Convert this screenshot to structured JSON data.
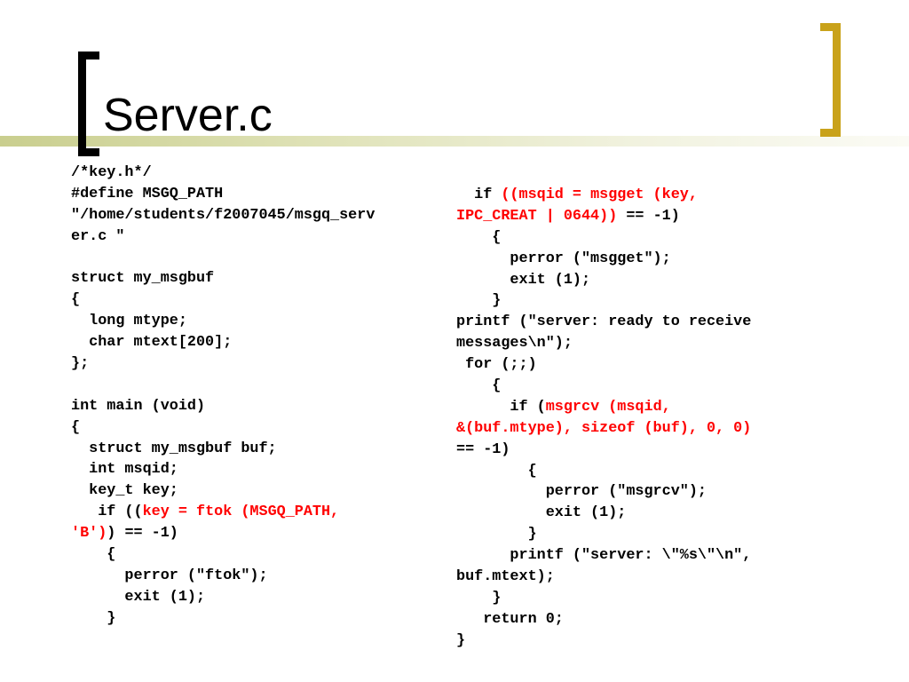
{
  "slide": {
    "title": "Server.c"
  },
  "code_left": [
    [
      {
        "t": "/*key.h*/"
      }
    ],
    [
      {
        "t": "#define MSGQ_PATH"
      }
    ],
    [
      {
        "t": "\"/home/students/f2007045/msgq_serv"
      }
    ],
    [
      {
        "t": "er.c \""
      }
    ],
    [
      {
        "t": ""
      }
    ],
    [
      {
        "t": "struct my_msgbuf"
      }
    ],
    [
      {
        "t": "{"
      }
    ],
    [
      {
        "t": "  long mtype;"
      }
    ],
    [
      {
        "t": "  char mtext[200];"
      }
    ],
    [
      {
        "t": "};"
      }
    ],
    [
      {
        "t": ""
      }
    ],
    [
      {
        "t": "int main (void)"
      }
    ],
    [
      {
        "t": "{"
      }
    ],
    [
      {
        "t": "  struct my_msgbuf buf;"
      }
    ],
    [
      {
        "t": "  int msqid;"
      }
    ],
    [
      {
        "t": "  key_t key;"
      }
    ],
    [
      {
        "t": "   if (("
      },
      {
        "t": "key = ftok (MSGQ_PATH,",
        "hl": true
      }
    ],
    [
      {
        "t": "'B')",
        "hl": true
      },
      {
        "t": ") == -1)"
      }
    ],
    [
      {
        "t": "    {"
      }
    ],
    [
      {
        "t": "      perror (\"ftok\");"
      }
    ],
    [
      {
        "t": "      exit (1);"
      }
    ],
    [
      {
        "t": "    }"
      }
    ]
  ],
  "code_right": [
    [
      {
        "t": "  if "
      },
      {
        "t": "((msqid = msgget (key,",
        "hl": true
      }
    ],
    [
      {
        "t": "IPC_CREAT | 0644))",
        "hl": true
      },
      {
        "t": " == -1)"
      }
    ],
    [
      {
        "t": "    {"
      }
    ],
    [
      {
        "t": "      perror (\"msgget\");"
      }
    ],
    [
      {
        "t": "      exit (1);"
      }
    ],
    [
      {
        "t": "    }"
      }
    ],
    [
      {
        "t": "printf (\"server: ready to receive"
      }
    ],
    [
      {
        "t": "messages\\n\");"
      }
    ],
    [
      {
        "t": " for (;;)"
      }
    ],
    [
      {
        "t": "    {"
      }
    ],
    [
      {
        "t": "      if ("
      },
      {
        "t": "msgrcv (msqid,",
        "hl": true
      }
    ],
    [
      {
        "t": "&(buf.mtype), sizeof (buf), 0, 0)",
        "hl": true
      }
    ],
    [
      {
        "t": "== -1)"
      }
    ],
    [
      {
        "t": "        {"
      }
    ],
    [
      {
        "t": "          perror (\"msgrcv\");"
      }
    ],
    [
      {
        "t": "          exit (1);"
      }
    ],
    [
      {
        "t": "        }"
      }
    ],
    [
      {
        "t": "      printf (\"server: \\\"%s\\\"\\n\","
      }
    ],
    [
      {
        "t": "buf.mtext);"
      }
    ],
    [
      {
        "t": "    }"
      }
    ],
    [
      {
        "t": "   return 0;"
      }
    ],
    [
      {
        "t": "}"
      }
    ]
  ],
  "colors": {
    "highlight": "#ff0000",
    "text": "#000000",
    "accent_bracket": "#c9a21a",
    "title_bar": "#c9ce8e"
  }
}
